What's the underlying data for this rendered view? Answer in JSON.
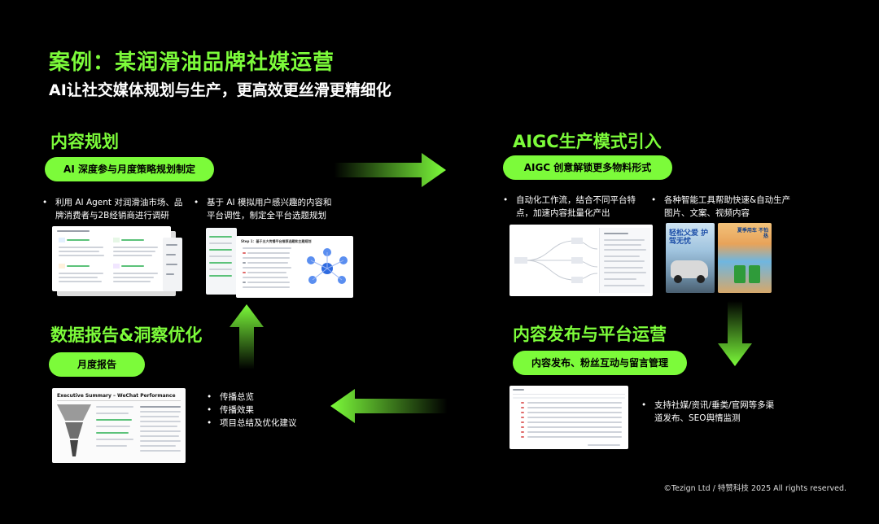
{
  "header": {
    "title": "案例：某润滑油品牌社媒运营",
    "subtitle": "AI让社交媒体规划与生产，更高效更丝滑更精细化"
  },
  "sections": {
    "planning": {
      "title": "内容规划",
      "pill": "AI 深度参与月度策略规划制定",
      "bullet1_line1": "利用 AI Agent 对润滑油市场、品",
      "bullet1_line2": "牌消费者与2B经销商进行调研",
      "bullet2_line1": "基于 AI 模拟用户感兴趣的内容和",
      "bullet2_line2": "平台调性，制定全平台选题规划",
      "doc_heading": "Step 1：基于五大传播平台推荐选题和主题规划"
    },
    "aigc": {
      "title": "AIGC生产模式引入",
      "pill": "AIGC 创意解锁更多物料形式",
      "bullet1_line1": "自动化工作流，结合不同平台特",
      "bullet1_line2": "点，加速内容批量化产出",
      "bullet2_line1": "各种智能工具帮助快速&自动生产",
      "bullet2_line2": "图片、文案、视频内容",
      "poster1_text": "轻松父爱 护驾无忧",
      "poster2_text": "夏季用车 不怕热"
    },
    "report": {
      "title": "数据报告&洞察优化",
      "pill": "月度报告",
      "slide_title": "Executive Summary – WeChat Performance",
      "bullets": [
        "传播总览",
        "传播效果",
        "项目总结及优化建议"
      ]
    },
    "publish": {
      "title": "内容发布与平台运营",
      "pill": "内容发布、粉丝互动与留言管理",
      "bullet_line1": "支持社媒/资讯/垂类/官网等多渠",
      "bullet_line2": "道发布、SEO舆情监测"
    }
  },
  "bullet_symbol": "•",
  "footer": "©Tezign Ltd / 特赞科技 2025 All rights reserved.",
  "colors": {
    "accent": "#7CFB3A",
    "background": "#000000",
    "text": "#FFFFFF"
  }
}
